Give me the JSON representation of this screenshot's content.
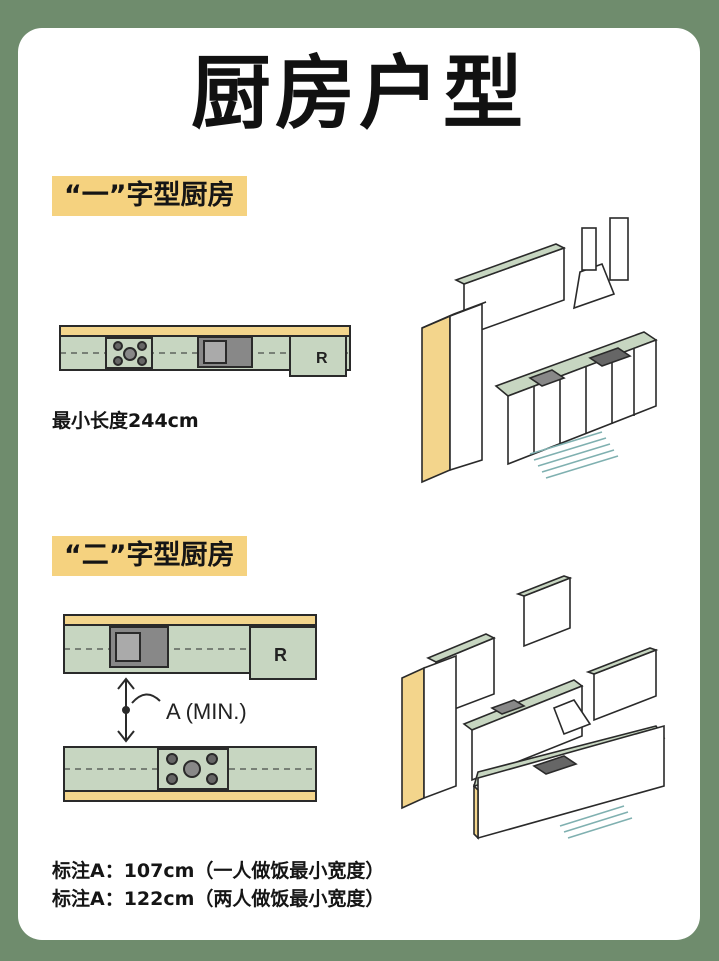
{
  "title": "厨房户型",
  "section1": {
    "heading": "“一”字型厨房",
    "note": "最小长度244cm",
    "fridge_label": "R"
  },
  "section2": {
    "heading": "“二”字型厨房",
    "fridge_label": "R",
    "dimension_label": "A (MIN.)",
    "notes": [
      "标注A：107cm（一人做饭最小宽度）",
      "标注A：122cm（两人做饭最小宽度）"
    ]
  },
  "colors": {
    "background": "#6f8c6d",
    "card": "#ffffff",
    "highlight": "#f5d27f",
    "cabinet_green": "#c7d6c1",
    "cabinet_yellow": "#f3d58c",
    "outline": "#2a2a2a"
  }
}
